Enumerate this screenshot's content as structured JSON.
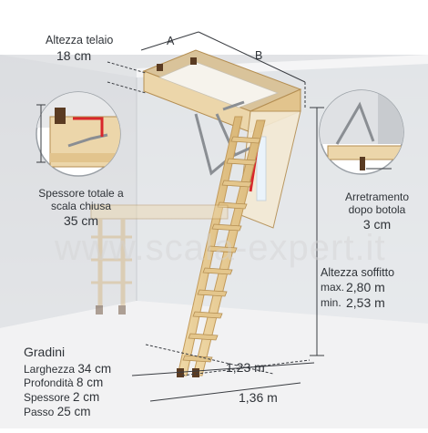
{
  "labels": {
    "frame_height_title": "Altezza telaio",
    "frame_height_value": "18 cm",
    "dim_a": "A",
    "dim_b": "B",
    "total_thickness_line1": "Spessore totale a",
    "total_thickness_line2": "scala chiusa",
    "total_thickness_value": "35 cm",
    "setback_line1": "Arretramento",
    "setback_line2": "dopo botola",
    "setback_value": "3 cm",
    "ceiling_title": "Altezza soffitto",
    "ceiling_max_label": "max.",
    "ceiling_max_value": "2,80 m",
    "ceiling_min_label": "min.",
    "ceiling_min_value": "2,53 m",
    "width_inner": "1,23 m",
    "width_outer": "1,36 m",
    "watermark": "www.scala-expert.it"
  },
  "steps": {
    "title": "Gradini",
    "rows": [
      {
        "label": "Larghezza",
        "value": "34 cm"
      },
      {
        "label": "Profondità",
        "value": "8 cm"
      },
      {
        "label": "Spessore",
        "value": "2 cm"
      },
      {
        "label": "Passo",
        "value": "25 cm"
      }
    ]
  },
  "colors": {
    "wall": "#e9eaec",
    "floor": "#f3f3f4",
    "wood": "#e9cf9a",
    "wood_edge": "#c29a5a",
    "metal": "#8a8e93",
    "red_handle": "#d8262b",
    "dim_line": "#3a3d42",
    "text": "#2f3338"
  }
}
